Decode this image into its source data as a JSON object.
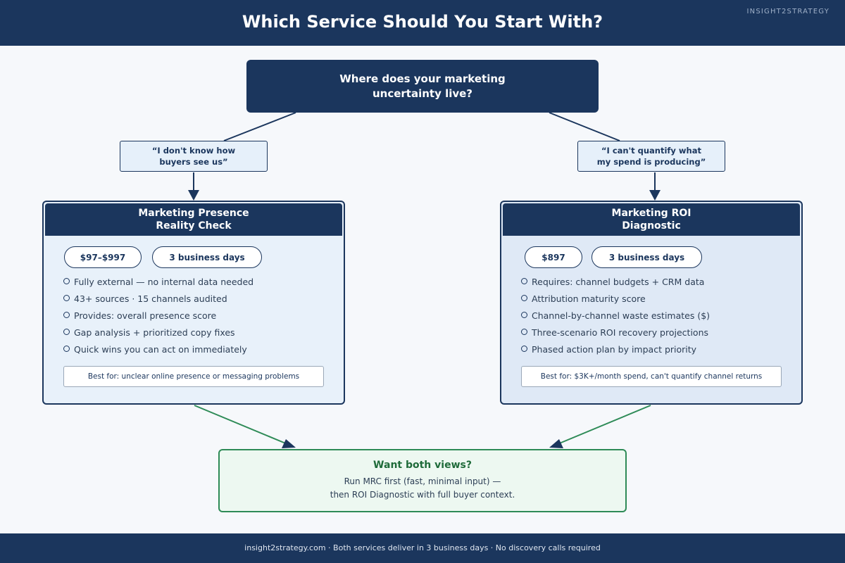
{
  "header": {
    "title": "Which Service Should You Start With?",
    "brand": "INSIGHT2STRATEGY"
  },
  "question": {
    "line1": "Where does your marketing",
    "line2": "uncertainty live?"
  },
  "answers": {
    "left": {
      "line1": "“I don't know how",
      "line2": "buyers see us”"
    },
    "right": {
      "line1": "“I can't quantify what",
      "line2": "my spend is producing”"
    }
  },
  "services": [
    {
      "title_line1": "Marketing Presence",
      "title_line2": "Reality Check",
      "price": "$97–$997",
      "turnaround": "3 business days",
      "bullets": [
        "Fully external — no internal data needed",
        "43+ sources · 15 channels audited",
        "Provides: overall presence score",
        "Gap analysis + prioritized copy fixes",
        "Quick wins you can act on immediately"
      ],
      "best_for": "Best for: unclear online presence or messaging problems"
    },
    {
      "title_line1": "Marketing ROI",
      "title_line2": "Diagnostic",
      "price": "$897",
      "turnaround": "3 business days",
      "bullets": [
        "Requires: channel budgets + CRM data",
        "Attribution maturity score",
        "Channel-by-channel waste estimates ($)",
        "Three-scenario ROI recovery projections",
        "Phased action plan by impact priority"
      ],
      "best_for": "Best for: $3K+/month spend, can't quantify channel returns"
    }
  ],
  "both": {
    "title": "Want both views?",
    "line1": "Run MRC first (fast, minimal input) —",
    "line2": "then ROI Diagnostic with full buyer context."
  },
  "footer": {
    "text": "insight2strategy.com · Both services deliver in 3 business days · No discovery calls required"
  },
  "colors": {
    "navy": "#1b365d",
    "green": "#2e8b57",
    "left_card_bg": "#e8f1fa",
    "right_card_bg": "#dfe9f6"
  }
}
